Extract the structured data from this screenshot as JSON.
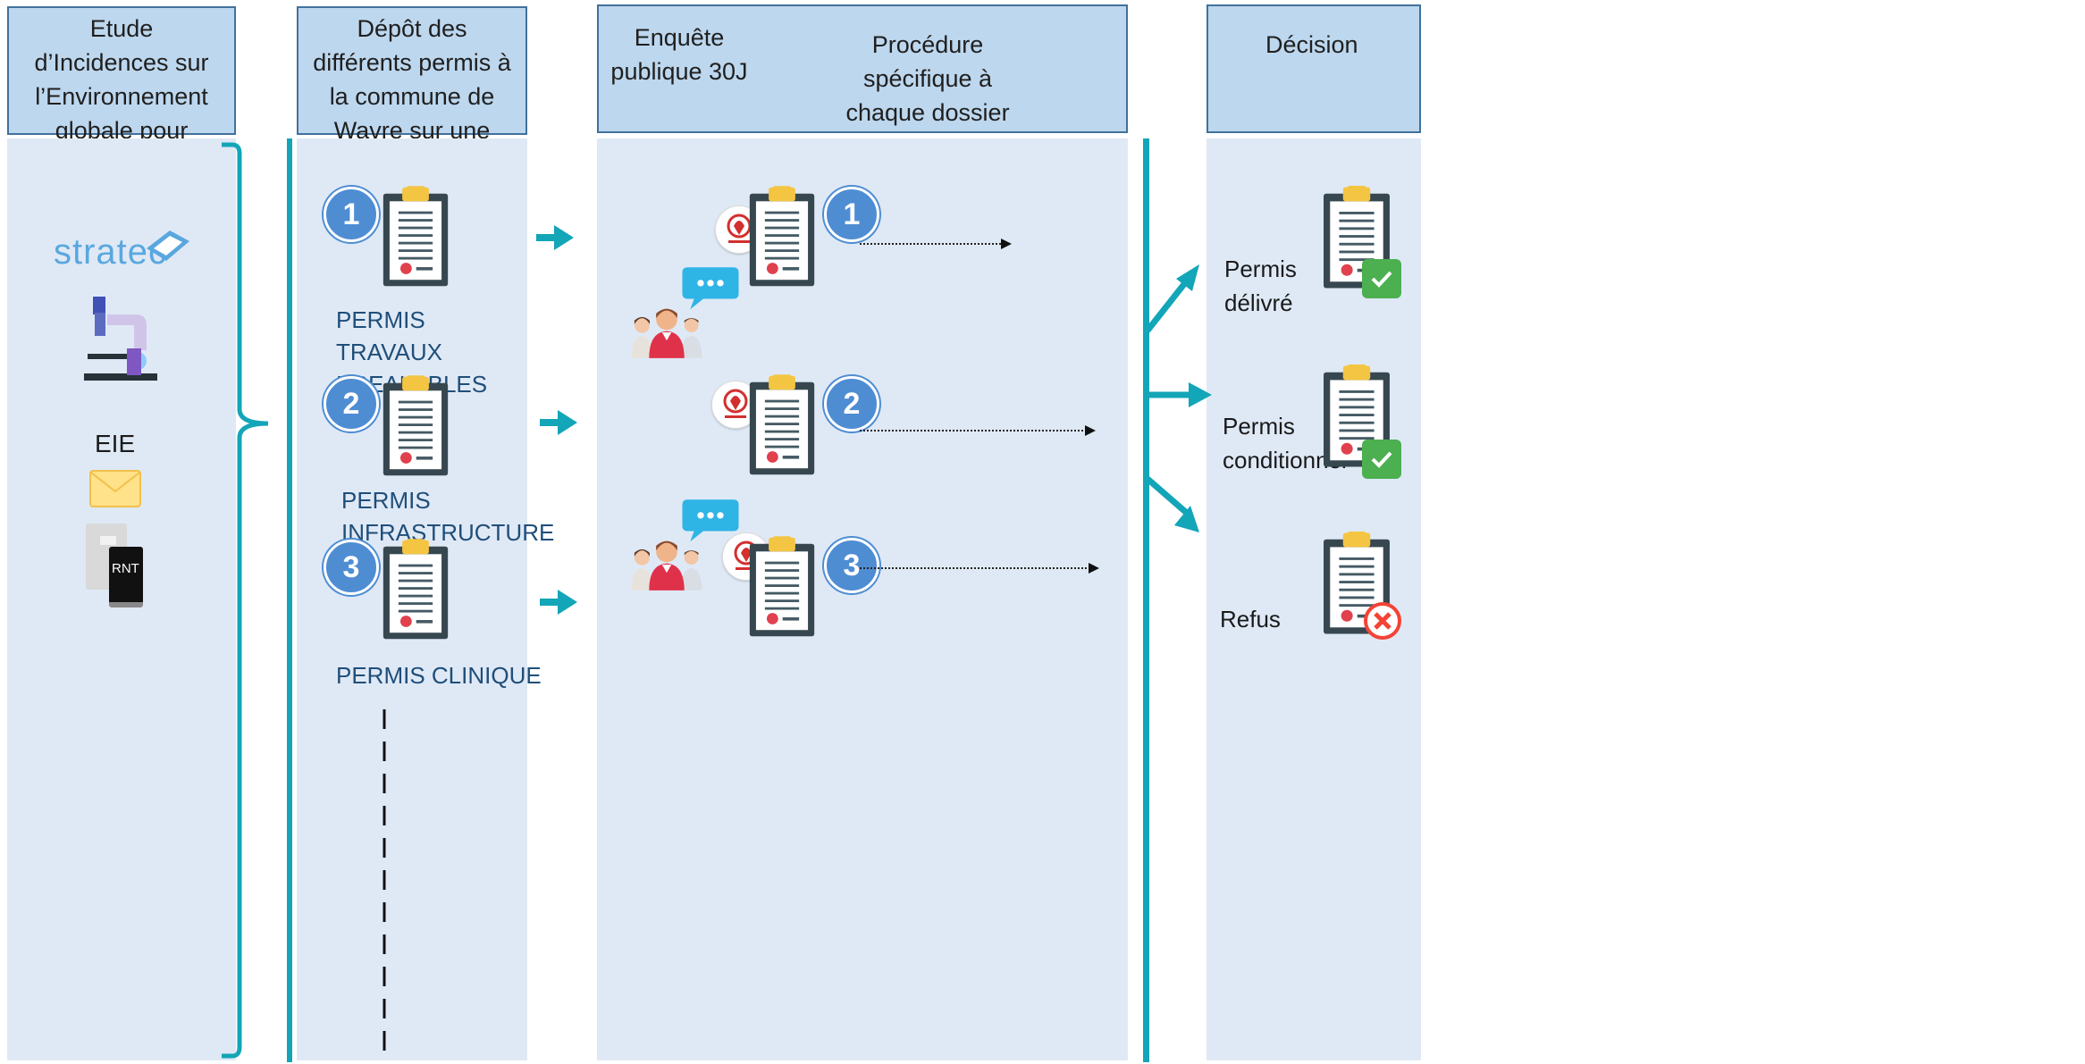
{
  "headers": {
    "col1": "Etude d’Incidences sur l’Environnement globale pour l’ensemble du projet",
    "col2": "Dépôt des différents permis à la commune de Wavre sur une échelle de temps différente",
    "col3_left": "Enquête publique 30J",
    "col3_right": "Procédure spécifique à chaque dossier",
    "col4": "Décision"
  },
  "col1": {
    "logo": "stratec",
    "eie_label": "EIE",
    "rnt_label": "RNT"
  },
  "permits": [
    {
      "number": "1",
      "label": "PERMIS TRAVAUX PREALABLES"
    },
    {
      "number": "2",
      "label": "PERMIS INFRASTRUCTURE"
    },
    {
      "number": "3",
      "label": "PERMIS CLINIQUE"
    }
  ],
  "decisions": [
    {
      "label": "Permis délivré",
      "status": "check"
    },
    {
      "label": "Permis conditionnel",
      "status": "check"
    },
    {
      "label": "Refus",
      "status": "cross"
    }
  ],
  "colors": {
    "header_fill": "#bdd7ee",
    "header_border": "#41719c",
    "panel_fill": "#dfe9f6",
    "accent_teal": "#13a5b8",
    "badge_blue": "#4f8dd3",
    "label_text": "#1f4e79"
  }
}
